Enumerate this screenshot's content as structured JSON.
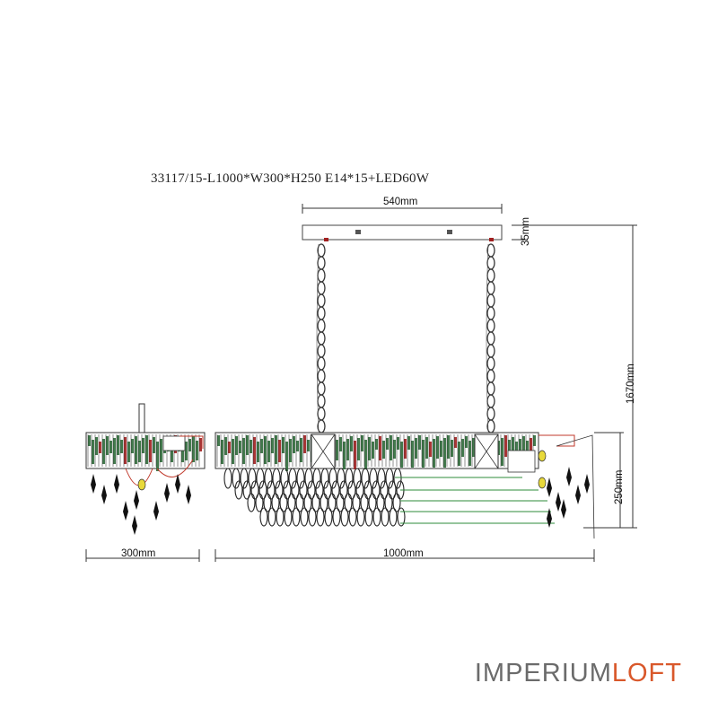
{
  "title": "33117/15-L1000*W300*H250  E14*15+LED60W",
  "dimensions": {
    "canopy_width": "540mm",
    "canopy_height": "35mm",
    "total_height": "1670mm",
    "body_height": "250mm",
    "side_width": "300mm",
    "front_width": "1000mm"
  },
  "brand": {
    "part1": "IMPERIUM",
    "part2": "LOFT",
    "color_part1": "#6b6b6b",
    "color_part2": "#d9582b"
  },
  "colors": {
    "line": "#333333",
    "crystal_green": "#2f6b3a",
    "crystal_red": "#a11f1f",
    "guide_green": "#2e8b3a",
    "wire_red": "#c0392b",
    "bulb_yellow": "#e8d93a"
  }
}
